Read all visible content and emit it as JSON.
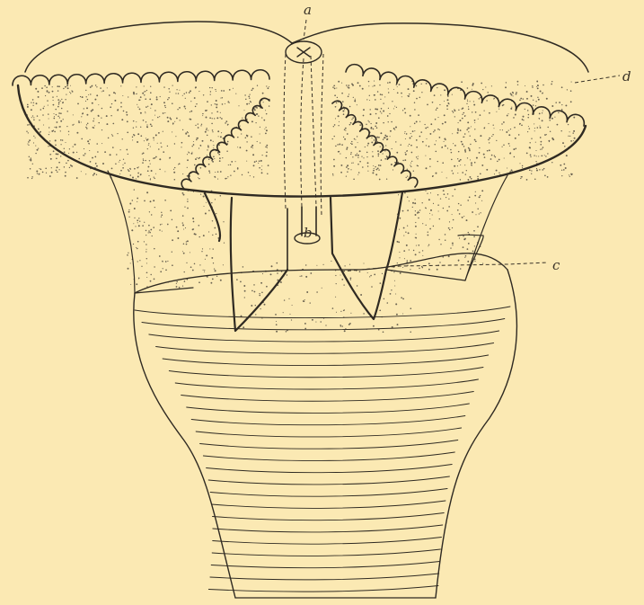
{
  "figure": {
    "background_color": "#fbe9b3",
    "ink_color": "#2f2a22",
    "labels": {
      "a": "a",
      "b": "b",
      "c": "c",
      "d": "d"
    }
  }
}
